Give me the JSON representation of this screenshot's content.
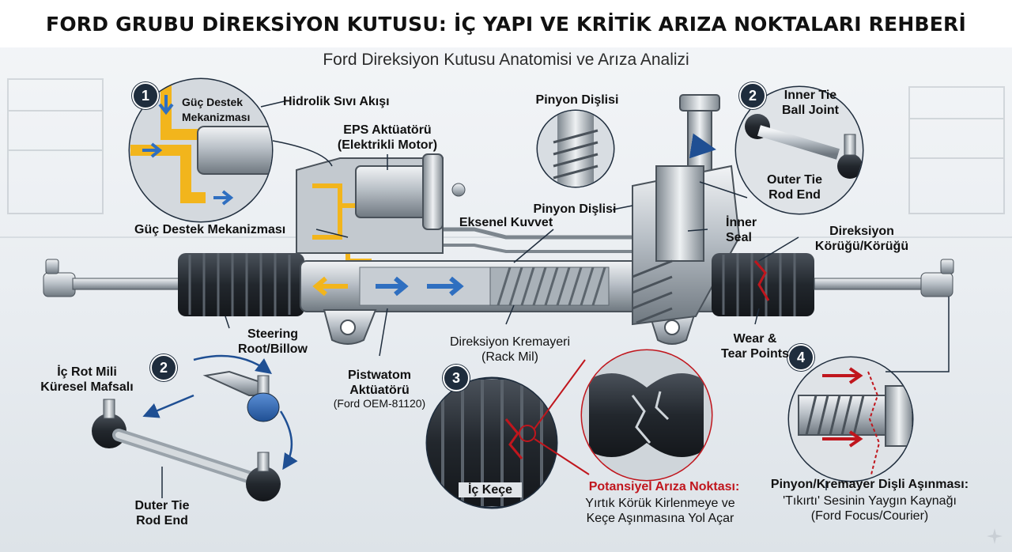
{
  "title": "FORD GRUBU DİREKSİYON KUTUSU: İÇ YAPI VE KRİTİK ARIZA NOKTALARI REHBERİ",
  "subtitle": "Ford Direksiyon Kutusu Anatomisi ve Arıza Analizi",
  "badges": {
    "b1": "1",
    "b2a": "2",
    "b2b": "2",
    "b3": "3",
    "b4": "4"
  },
  "labels": {
    "guc_destek_top": "Güç Destek\nMekanizması",
    "hidrolik": "Hidrolik Sıvı Akışı",
    "eps": "EPS Aktüatörü\n(Elektrikli Motor)",
    "pinyon_top": "Pinyon Dişlisi",
    "pinyon_mid": "Pinyon Dişlisi",
    "inner_tie": "Inner Tie\nBall Joint",
    "outer_tie_top": "Outer Tie\nRod End",
    "guc_destek_mid": "Güç Destek Mekanizması",
    "eksenel": "Eksenel Kuvvet",
    "inner_seal": "İnner\nSeal",
    "korugu": "Direksiyon\nKörüğü/Körüğü",
    "steering_root": "Steering\nRoot/Billow",
    "kremayer": "Direksiyon Kremayeri\n(Rack Mil)",
    "wear": "Wear &\nTear Points",
    "ic_rot": "İç Rot Mili\nKüresel Mafsalı",
    "pistwatom": "Pistwatom\nAktüatörü",
    "ford_oem": "(Ford OEM-81120)",
    "ic_kece": "İç Keçe",
    "potansiyel_title": "Potansiyel Arıza Noktası:",
    "potansiyel_desc": "Yırtık Körük Kirlenmeye ve\nKeçe Aşınmasına Yol Açar",
    "duter_tie": "Duter Tie\nRod End",
    "pinyon_wear_title": "Pinyon/Kremayer Dişli Aşınması:",
    "pinyon_wear_desc": "'Tıkırtı' Sesinin Yaygın Kaynağı\n(Ford Focus/Courier)"
  },
  "colors": {
    "hydraulic": "#f2b51c",
    "flow_blue": "#2f6fc0",
    "warning_red": "#c0161d",
    "metal": "#b9c0c7",
    "boot": "#2a2f36",
    "badge": "#1f2d3d"
  },
  "icons": [
    "sparkle-icon",
    "rotation-arrow-icon",
    "flow-arrow-icon"
  ]
}
